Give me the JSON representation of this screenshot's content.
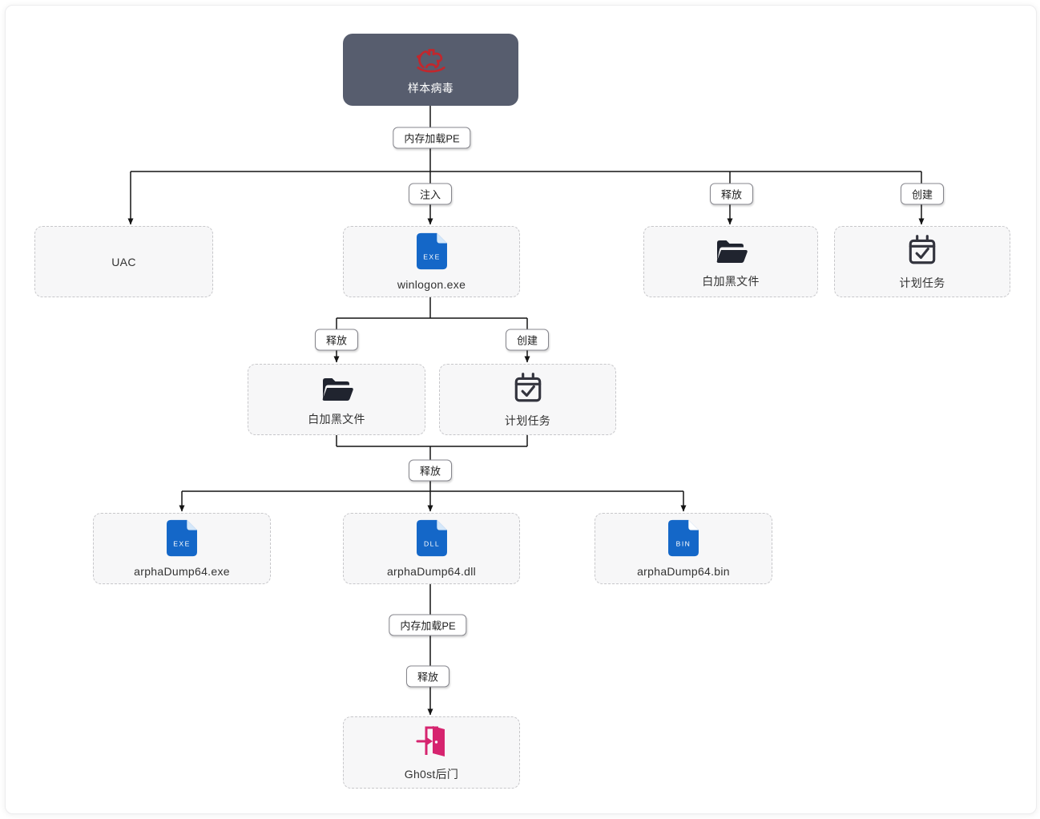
{
  "root_node": {
    "label": "样本病毒",
    "icon": "trojan-horse-icon"
  },
  "nodes": {
    "uac": {
      "label": "UAC"
    },
    "winlogon": {
      "label": "winlogon.exe",
      "badge": "EXE",
      "icon": "exe-file-icon"
    },
    "whiteblack_right": {
      "label": "白加黑文件",
      "icon": "folder-icon"
    },
    "task_right": {
      "label": "计划任务",
      "icon": "calendar-check-icon"
    },
    "whiteblack_mid": {
      "label": "白加黑文件",
      "icon": "folder-icon"
    },
    "task_mid": {
      "label": "计划任务",
      "icon": "calendar-check-icon"
    },
    "arpha_exe": {
      "label": "arphaDump64.exe",
      "badge": "EXE",
      "icon": "exe-file-icon"
    },
    "arpha_dll": {
      "label": "arphaDump64.dll",
      "badge": "DLL",
      "icon": "dll-file-icon"
    },
    "arpha_bin": {
      "label": "arphaDump64.bin",
      "badge": "BIN",
      "icon": "bin-file-icon"
    },
    "backdoor": {
      "label": "Gh0st后门",
      "icon": "door-exit-icon"
    }
  },
  "edge_labels": {
    "memory_load_pe_top": "内存加载PE",
    "inject": "注入",
    "release_right": "释放",
    "create_right": "创建",
    "release_mid": "释放",
    "create_mid": "创建",
    "release_merge": "释放",
    "memory_load_pe_bottom": "内存加载PE",
    "release_bottom": "释放"
  },
  "colors": {
    "root_bg": "#575D6E",
    "virus_red": "#C1272D",
    "file_blue": "#1467C8",
    "file_fold": "#D5E8FA",
    "folder_dark": "#20242F",
    "calendar_dark": "#33343E",
    "door_pink": "#D6246F",
    "line": "#141414"
  }
}
